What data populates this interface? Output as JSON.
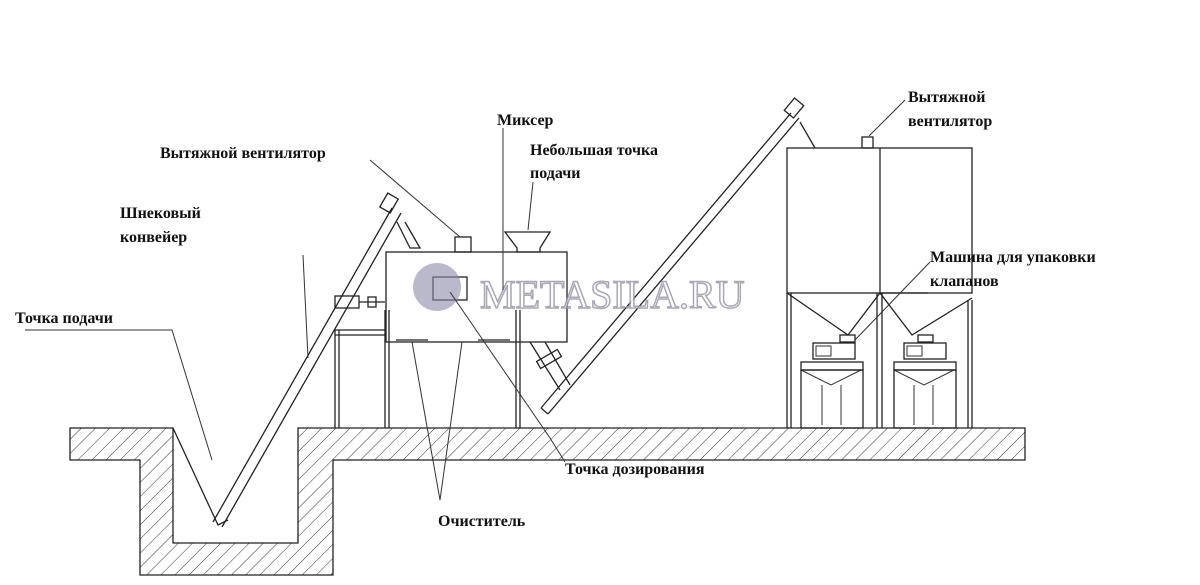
{
  "labels": {
    "exhaust_fan_left": "Вытяжной вентилятор",
    "mixer": "Миксер",
    "small_feed_point_1": "Небольшая точка",
    "small_feed_point_2": "подачи",
    "screw_conveyor_1": "Шнековый",
    "screw_conveyor_2": "конвейер",
    "feed_point": "Точка подачи",
    "exhaust_fan_right_1": "Вытяжной",
    "exhaust_fan_right_2": "вентилятор",
    "packing_machine_1": "Машина для упаковки",
    "packing_machine_2": "клапанов",
    "dosing_point": "Точка дозирования",
    "cleaner": "Очиститель"
  },
  "watermark": "METASILA.RU",
  "colors": {
    "line": "#222222",
    "watermark": "#9a9aaa"
  }
}
